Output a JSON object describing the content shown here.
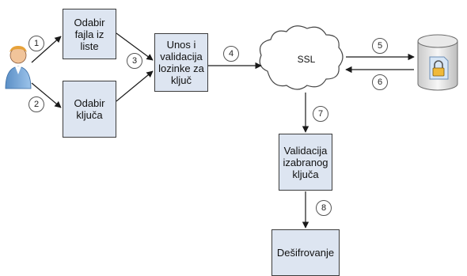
{
  "boxes": {
    "select_file": "Odabir\nfajla iz\nliste",
    "select_key": "Odabir\nključa",
    "password": "Unos i\nvalidacija\nlozinke za\nključ",
    "validate_key": "Validacija\nizabranog\nključa",
    "decrypt": "Dešifrovanje"
  },
  "cloud_label": "SSL",
  "steps": [
    "1",
    "2",
    "3",
    "4",
    "5",
    "6",
    "7",
    "8"
  ],
  "icons": {
    "actor": "user-icon",
    "storage": "database-icon",
    "lock": "lock-icon",
    "channel": "cloud-icon"
  },
  "colors": {
    "box_fill": "#dde5f1",
    "line": "#1a1a1a"
  }
}
